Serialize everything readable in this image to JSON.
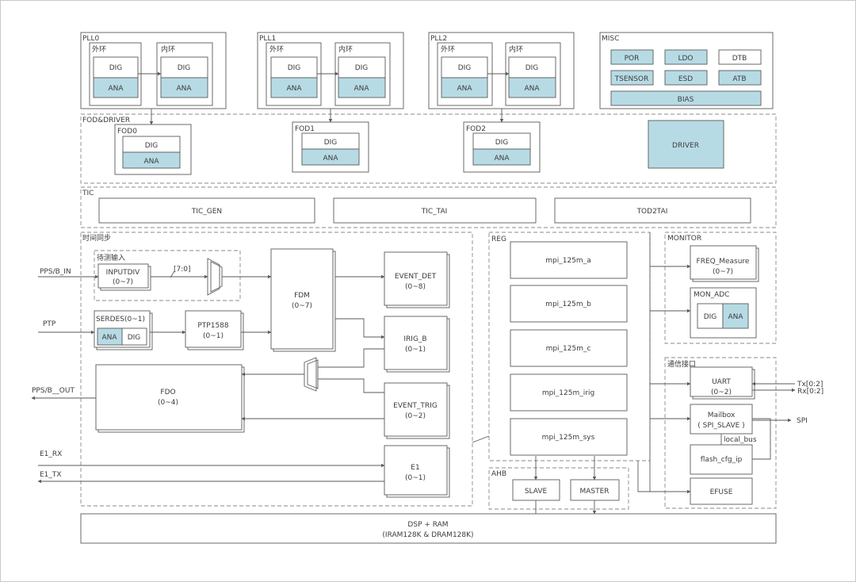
{
  "pll": [
    {
      "title": "PLL0",
      "outer": "外环",
      "inner": "内环",
      "dig": "DIG",
      "ana": "ANA"
    },
    {
      "title": "PLL1",
      "outer": "外环",
      "inner": "内环",
      "dig": "DIG",
      "ana": "ANA"
    },
    {
      "title": "PLL2",
      "outer": "外环",
      "inner": "内环",
      "dig": "DIG",
      "ana": "ANA"
    }
  ],
  "misc": {
    "title": "MISC",
    "items": [
      "POR",
      "LDO",
      "DTB",
      "TSENSOR",
      "ESD",
      "ATB",
      "BIAS"
    ]
  },
  "fod_driver": {
    "title": "FOD&DRIVER",
    "fods": [
      {
        "title": "FOD0",
        "dig": "DIG",
        "ana": "ANA"
      },
      {
        "title": "FOD1",
        "dig": "DIG",
        "ana": "ANA"
      },
      {
        "title": "FOD2",
        "dig": "DIG",
        "ana": "ANA"
      }
    ],
    "driver": "DRIVER"
  },
  "tic": {
    "title": "TIC",
    "blocks": [
      "TIC_GEN",
      "TIC_TAI",
      "TOD2TAI"
    ]
  },
  "time_sync": {
    "title": "时间同步",
    "capture_title": "待测输入",
    "inputdiv": "INPUTDIV",
    "inputdiv_sub": "(0~7)",
    "bus": "[7:0]",
    "serdes": "SERDES(0~1)",
    "serdes_ana": "ANA",
    "serdes_dig": "DIG",
    "ptp1588": "PTP1588",
    "ptp1588_sub": "(0~1)",
    "fdm": "FDM",
    "fdm_sub": "(0~7)",
    "fdo": "FDO",
    "fdo_sub": "(0~4)",
    "event_det": "EVENT_DET",
    "event_det_sub": "(0~8)",
    "irig_b": "IRIG_B",
    "irig_b_sub": "(0~1)",
    "event_trig": "EVENT_TRIG",
    "event_trig_sub": "(0~2)",
    "e1": "E1",
    "e1_sub": "(0~1)"
  },
  "signals": {
    "pps_in": "PPS/B_IN",
    "ptp": "PTP",
    "pps_out": "PPS/B__OUT",
    "e1_rx": "E1_RX",
    "e1_tx": "E1_TX",
    "tx": "Tx[0:2]",
    "rx": "Rx[0:2]",
    "spi": "SPI"
  },
  "reg": {
    "title": "REG",
    "items": [
      "mpi_125m_a",
      "mpi_125m_b",
      "mpi_125m_c",
      "mpi_125m_irig",
      "mpi_125m_sys"
    ]
  },
  "ahb": {
    "title": "AHB",
    "slave": "SLAVE",
    "master": "MASTER"
  },
  "monitor": {
    "title": "MONITOR",
    "freq": "FREQ_Measure",
    "freq_sub": "(0~7)",
    "mon_adc": "MON_ADC",
    "dig": "DIG",
    "ana": "ANA"
  },
  "comm": {
    "title": "通信接口",
    "uart": "UART",
    "uart_sub": "(0~2)",
    "mailbox": "Mailbox",
    "mailbox_sub": "( SPI_SLAVE )",
    "local_bus": "local_bus",
    "flash": "flash_cfg_ip",
    "efuse": "EFUSE"
  },
  "dsp": {
    "line1": "DSP + RAM",
    "line2": "(IRAM128K & DRAM128K)"
  }
}
